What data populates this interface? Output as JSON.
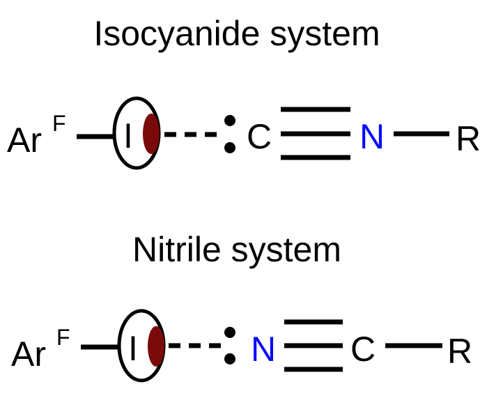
{
  "colors": {
    "ink": "#000000",
    "nitrogen": "#0a0aff",
    "sigma_hole": "#7a0a0a"
  },
  "isocyanide": {
    "title": "Isocyanide system",
    "ar": "Ar",
    "ar_sup": "F",
    "iodine": "I",
    "carbon": "C",
    "nitrogen": "N",
    "r_group": "R"
  },
  "nitrile": {
    "title": "Nitrile system",
    "ar": "Ar",
    "ar_sup": "F",
    "iodine": "I",
    "nitrogen": "N",
    "carbon": "C",
    "r_group": "R"
  }
}
